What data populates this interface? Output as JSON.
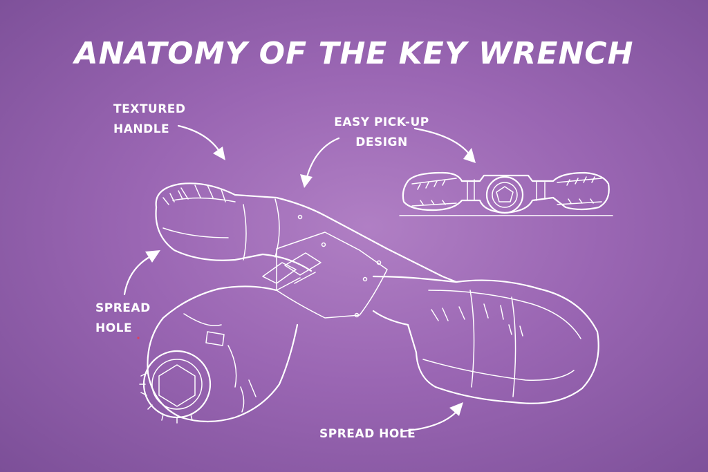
{
  "title": "Anatomy of the Key Wrench",
  "labels": {
    "textured_handle_1": "Textured",
    "textured_handle_2": "Handle",
    "pickup_1": "Easy Pick-Up",
    "pickup_2": "Design",
    "spread_hole_left_1": "Spread",
    "spread_hole_left_2": "Hole",
    "spread_hole_bottom": "Spread Hole"
  },
  "colors": {
    "background_center": "#b07fc4",
    "background_edge": "#7c4f98",
    "line": "#ffffff"
  }
}
